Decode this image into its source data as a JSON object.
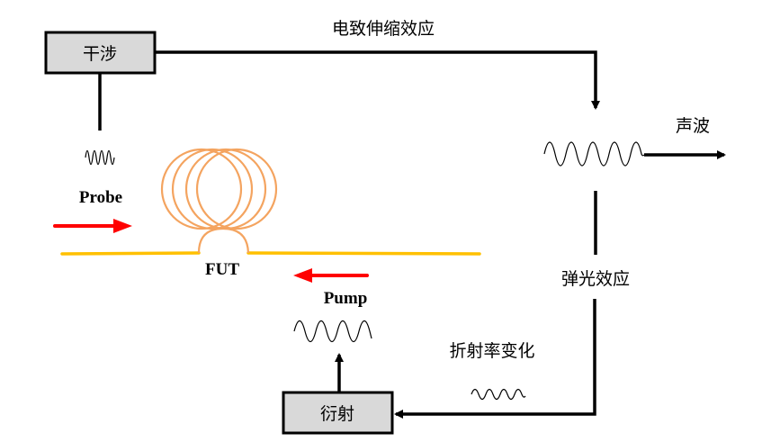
{
  "diagram": {
    "boxes": {
      "interference": "干涉",
      "diffraction": "衍射"
    },
    "labels": {
      "electrostriction": "电致伸缩效应",
      "acoustic_wave": "声波",
      "photoelastic_effect": "弹光效应",
      "refractive_index_change": "折射率变化",
      "probe": "Probe",
      "pump": "Pump",
      "fut": "FUT"
    },
    "colors": {
      "box_fill": "#d9d9d9",
      "fiber": "#ffc000",
      "coil": "#f4a460",
      "signal_arrow": "#ff0000",
      "line": "#000000"
    }
  }
}
